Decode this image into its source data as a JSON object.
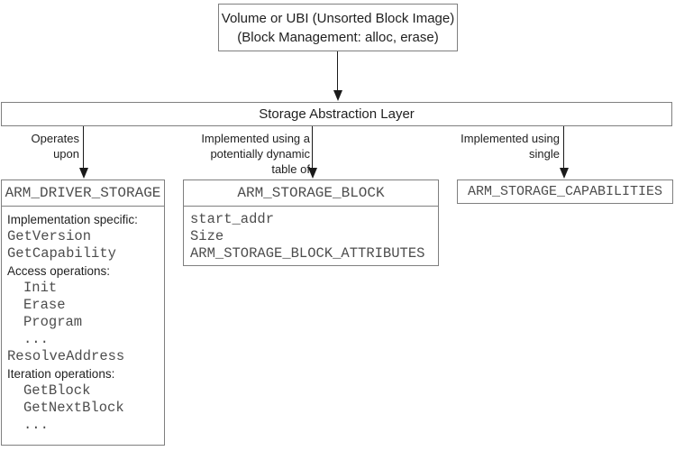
{
  "colors": {
    "background": "#ffffff",
    "border": "#7f7f7f",
    "text": "#1f1f1f",
    "code": "#4d4d4d",
    "arrow": "#1a1a1a"
  },
  "top_box": {
    "lines": [
      "Volume or UBI (Unsorted Block Image)",
      "(Block Management: alloc, erase)"
    ]
  },
  "abstraction_layer": {
    "title": "Storage Abstraction Layer"
  },
  "edges": {
    "left": {
      "lines": [
        "Operates",
        "upon"
      ]
    },
    "middle": {
      "lines": [
        "Implemented using a",
        "potentially dynamic",
        "table of"
      ]
    },
    "right": {
      "lines": [
        "Implemented using",
        "single"
      ]
    }
  },
  "driver_storage_box": {
    "title": "ARM_DRIVER_STORAGE",
    "members": [
      {
        "text": "Implementation specific:",
        "kind": "plain"
      },
      {
        "text": "GetVersion",
        "kind": "code"
      },
      {
        "text": "GetCapability",
        "kind": "code"
      },
      {
        "text": "Access operations:",
        "kind": "plain"
      },
      {
        "text": "Init",
        "kind": "code-indent"
      },
      {
        "text": "Erase",
        "kind": "code-indent"
      },
      {
        "text": "Program",
        "kind": "code-indent"
      },
      {
        "text": "...",
        "kind": "code-indent"
      },
      {
        "text": "ResolveAddress",
        "kind": "code"
      },
      {
        "text": "Iteration operations:",
        "kind": "plain"
      },
      {
        "text": "GetBlock",
        "kind": "code-indent"
      },
      {
        "text": "GetNextBlock",
        "kind": "code-indent"
      },
      {
        "text": "...",
        "kind": "code-indent"
      }
    ]
  },
  "storage_block_box": {
    "title": "ARM_STORAGE_BLOCK",
    "members": [
      {
        "text": "start_addr",
        "kind": "code"
      },
      {
        "text": "Size",
        "kind": "code"
      },
      {
        "text": "ARM_STORAGE_BLOCK_ATTRIBUTES",
        "kind": "code"
      }
    ]
  },
  "capabilities_box": {
    "title": "ARM_STORAGE_CAPABILITIES"
  }
}
